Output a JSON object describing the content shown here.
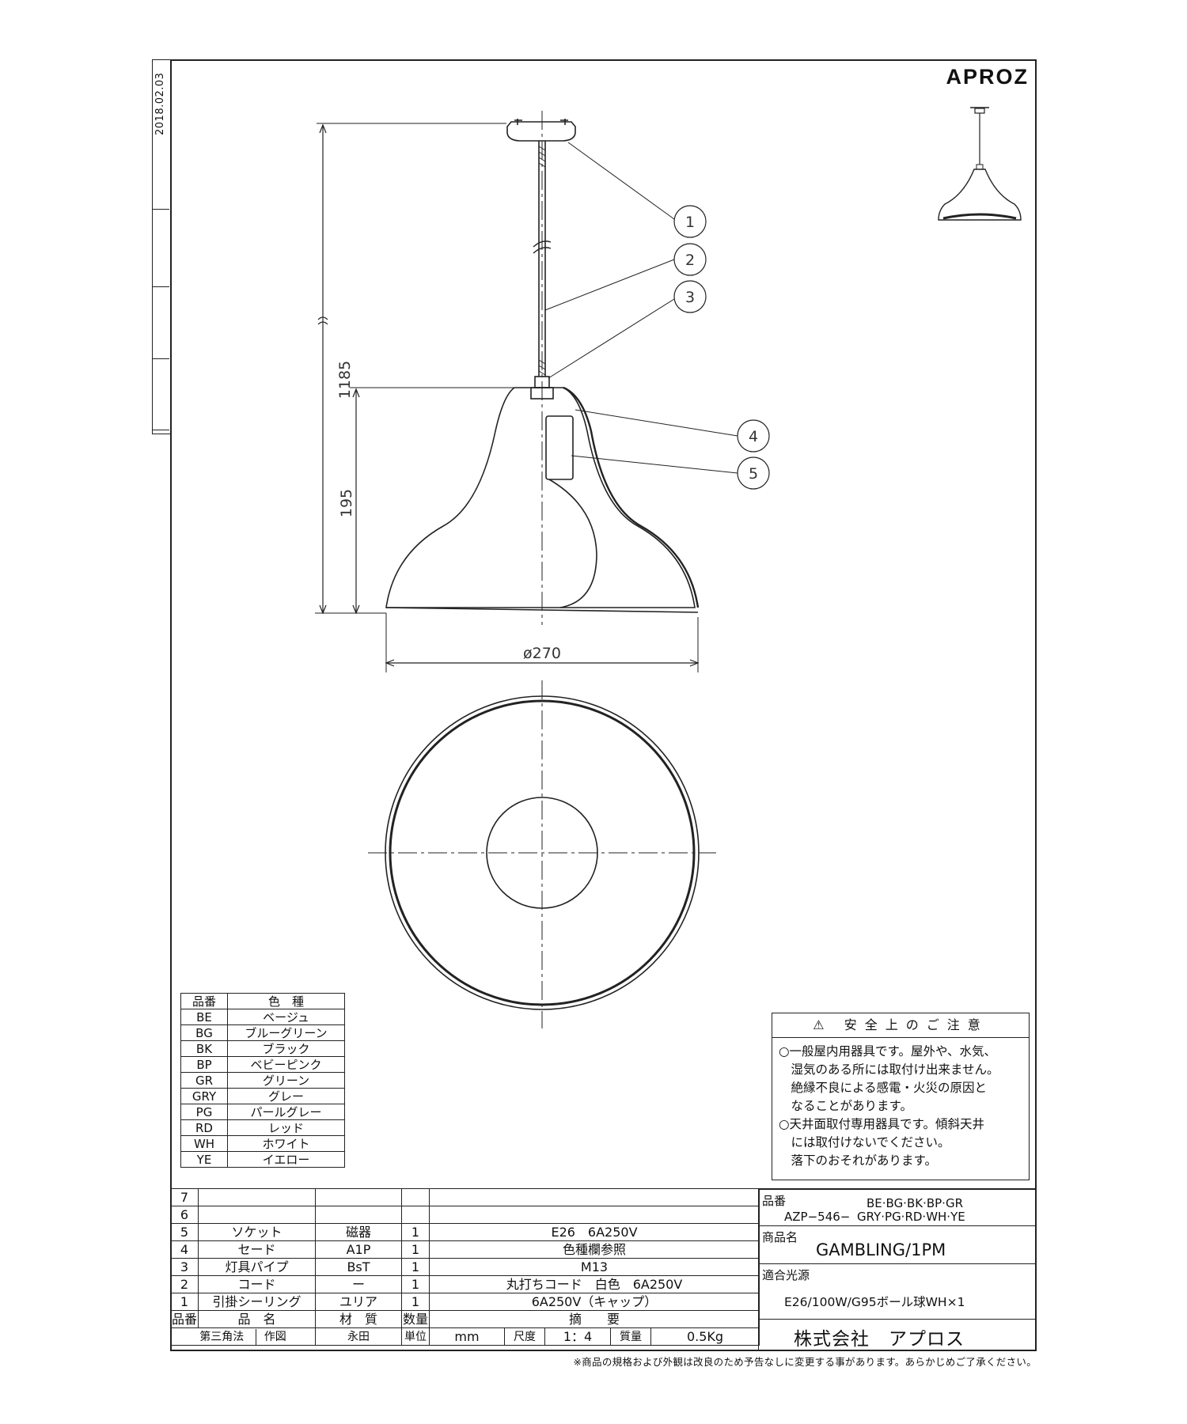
{
  "document": {
    "date": "2018.02.03",
    "brand": "APROZ",
    "footnote": "※商品の規格および外観は改良のため予告なしに変更する事があります。あらかじめご了承ください。"
  },
  "drawing": {
    "dim_total_height": "1185",
    "dim_shade_height": "195",
    "dim_diameter": "ø270",
    "callouts": [
      "1",
      "2",
      "3",
      "4",
      "5"
    ]
  },
  "colors_table": {
    "header_code": "品番",
    "header_color": "色　種",
    "rows": [
      {
        "code": "BE",
        "name": "ベージュ"
      },
      {
        "code": "BG",
        "name": "ブルーグリーン"
      },
      {
        "code": "BK",
        "name": "ブラック"
      },
      {
        "code": "BP",
        "name": "ベビーピンク"
      },
      {
        "code": "GR",
        "name": "グリーン"
      },
      {
        "code": "GRY",
        "name": "グレー"
      },
      {
        "code": "PG",
        "name": "パールグレー"
      },
      {
        "code": "RD",
        "name": "レッド"
      },
      {
        "code": "WH",
        "name": "ホワイト"
      },
      {
        "code": "YE",
        "name": "イエロー"
      }
    ]
  },
  "safety": {
    "title": "⚠ 安全上のご注意",
    "text": "○一般屋内用器具です。屋外や、水気、\n　湿気のある所には取付け出来ません。\n　絶縁不良による感電・火災の原因と\n　なることがあります。\n○天井面取付専用器具です。傾斜天井\n　には取付けないでください。\n　落下のおそれがあります。"
  },
  "parts_table": {
    "rows": [
      {
        "no": "7",
        "name": "",
        "material": "",
        "qty": "",
        "spec": ""
      },
      {
        "no": "6",
        "name": "",
        "material": "",
        "qty": "",
        "spec": ""
      },
      {
        "no": "5",
        "name": "ソケット",
        "material": "磁器",
        "qty": "1",
        "spec": "E26　6A250V"
      },
      {
        "no": "4",
        "name": "セード",
        "material": "A1P",
        "qty": "1",
        "spec": "色種欄参照"
      },
      {
        "no": "3",
        "name": "灯具パイプ",
        "material": "BsT",
        "qty": "1",
        "spec": "M13"
      },
      {
        "no": "2",
        "name": "コード",
        "material": "ー",
        "qty": "1",
        "spec": "丸打ちコード　白色　6A250V"
      },
      {
        "no": "1",
        "name": "引掛シーリング",
        "material": "ユリア",
        "qty": "1",
        "spec": "6A250V（キャップ）"
      }
    ],
    "header": {
      "no": "品番",
      "name": "品　名",
      "material": "材　質",
      "qty": "数量",
      "spec": "摘　　要"
    },
    "footer": {
      "projection": "第三角法",
      "drawn_label": "作図",
      "drawn_by": "永田",
      "unit_label": "単位",
      "unit": "mm",
      "scale_label": "尺度",
      "scale": "1：4",
      "weight_label": "質量",
      "weight": "0.5Kg"
    }
  },
  "info": {
    "part_no_label": "品番",
    "part_no_colors_top": "BE·BG·BK·BP·GR",
    "part_no_prefix": "AZP−546−",
    "part_no_colors_bottom": "GRY·PG·RD·WH·YE",
    "product_label": "商品名",
    "product_name": "GAMBLING/1PM",
    "light_label": "適合光源",
    "light_source": "E26/100W/G95ボール球WH×1",
    "company": "株式会社　アプロス"
  }
}
